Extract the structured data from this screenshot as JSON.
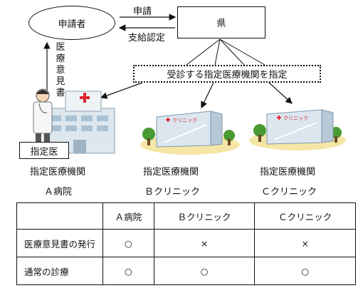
{
  "diagram": {
    "applicant": "申請者",
    "prefecture": "県",
    "arrow_apply": "申請",
    "arrow_approval": "支給認定",
    "medical_opinion_vertical": "医療意見書",
    "designated_institutions_box": "受診する指定医療機関を指定",
    "doctor_badge": "指定医"
  },
  "facilities": [
    {
      "type": "指定医療機関",
      "name": "Ａ病院"
    },
    {
      "type": "指定医療機関",
      "name": "Ｂクリニック"
    },
    {
      "type": "指定医療機関",
      "name": "Ｃクリニック"
    }
  ],
  "clinic_sign_text": "クリニック",
  "table": {
    "headers": [
      "",
      "Ａ病院",
      "Ｂクリニック",
      "Ｃクリニック"
    ],
    "rows": [
      {
        "label": "医療意見書の発行",
        "values": [
          "○",
          "×",
          "×"
        ]
      },
      {
        "label": "通常の診療",
        "values": [
          "○",
          "○",
          "○"
        ]
      }
    ]
  },
  "colors": {
    "hospital_cross": "#e0242b",
    "tree": "#4a9a32",
    "ground": "#f5e6a6",
    "building": "#dbe6ef"
  }
}
